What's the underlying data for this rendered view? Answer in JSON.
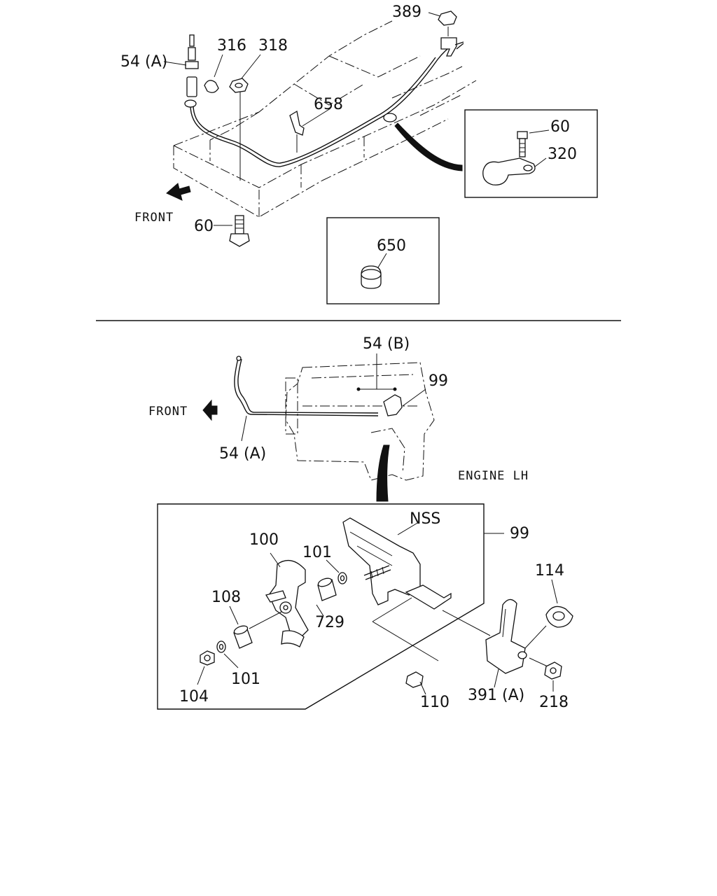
{
  "labels": {
    "top_389": "389",
    "top_54a": "54 (A)",
    "top_316": "316",
    "top_318": "318",
    "top_658": "658",
    "top_front": "FRONT",
    "top_60_bottom": "60",
    "inset_60": "60",
    "inset_320": "320",
    "inset_650": "650",
    "mid_54b": "54 (B)",
    "mid_99": "99",
    "mid_front": "FRONT",
    "mid_54a": "54 (A)",
    "engine_lh": "ENGINE LH",
    "det_nss": "NSS",
    "det_99": "99",
    "det_100": "100",
    "det_101_top": "101",
    "det_108": "108",
    "det_729": "729",
    "det_104": "104",
    "det_101_bottom": "101",
    "det_114": "114",
    "det_110": "110",
    "det_391a": "391 (A)",
    "det_218": "218"
  },
  "colors": {
    "ink": "#111111",
    "paper": "#ffffff"
  }
}
